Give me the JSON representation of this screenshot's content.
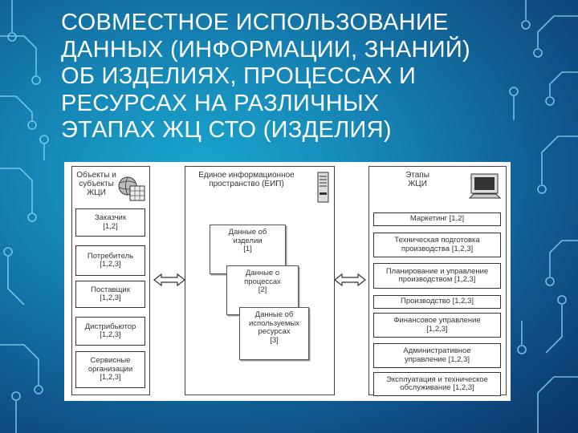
{
  "slide": {
    "title_lines": [
      "СОВМЕСТНОЕ ИСПОЛЬЗОВАНИЕ",
      "ДАННЫХ (ИНФОРМАЦИИ, ЗНАНИЙ)",
      "ОБ ИЗДЕЛИЯХ, ПРОЦЕССАХ И",
      "РЕСУРСАХ НА РАЗЛИЧНЫХ",
      "ЭТАПАХ ЖЦ СТО (ИЗДЕЛИЯ)"
    ]
  },
  "diagram": {
    "left": {
      "header": [
        "Объекты и",
        "субъекты",
        "ЖЦИ"
      ],
      "icon": "globe-calendar-icon",
      "items": [
        [
          "Заказчик",
          "[1,2]"
        ],
        [
          "Потребитель",
          "[1,2,3]"
        ],
        [
          "Поставщик",
          "[1,2,3]"
        ],
        [
          "Дистрибьютор",
          "[1,2,3]"
        ],
        [
          "Сервисные",
          "организации",
          "[1,2,3]"
        ]
      ]
    },
    "center": {
      "header": [
        "Единое информационное",
        "пространство (ЕИП)"
      ],
      "icon": "server-icon",
      "docs": [
        [
          "Данные об",
          "изделии",
          "[1]"
        ],
        [
          "Данные о",
          "процессах",
          "[2]"
        ],
        [
          "Данные об",
          "используемых",
          "ресурсах",
          "[3]"
        ]
      ]
    },
    "right": {
      "header": [
        "Этапы",
        "ЖЦИ"
      ],
      "icon": "computer-icon",
      "items": [
        [
          "Маркетинг [1,2]"
        ],
        [
          "Техническая подготовка",
          "производства [1,2,3]"
        ],
        [
          "Планирование и управление",
          "производством [1,2,3]"
        ],
        [
          "Производство [1,2,3]"
        ],
        [
          "Финансовое управление",
          "[1,2,3]"
        ],
        [
          "Административное",
          "управление [1,2,3]"
        ],
        [
          "Эксплуатация и техническое",
          "обслуживание [1,2,3]"
        ]
      ]
    },
    "colors": {
      "line": "#333333",
      "bg": "#ffffff"
    }
  }
}
